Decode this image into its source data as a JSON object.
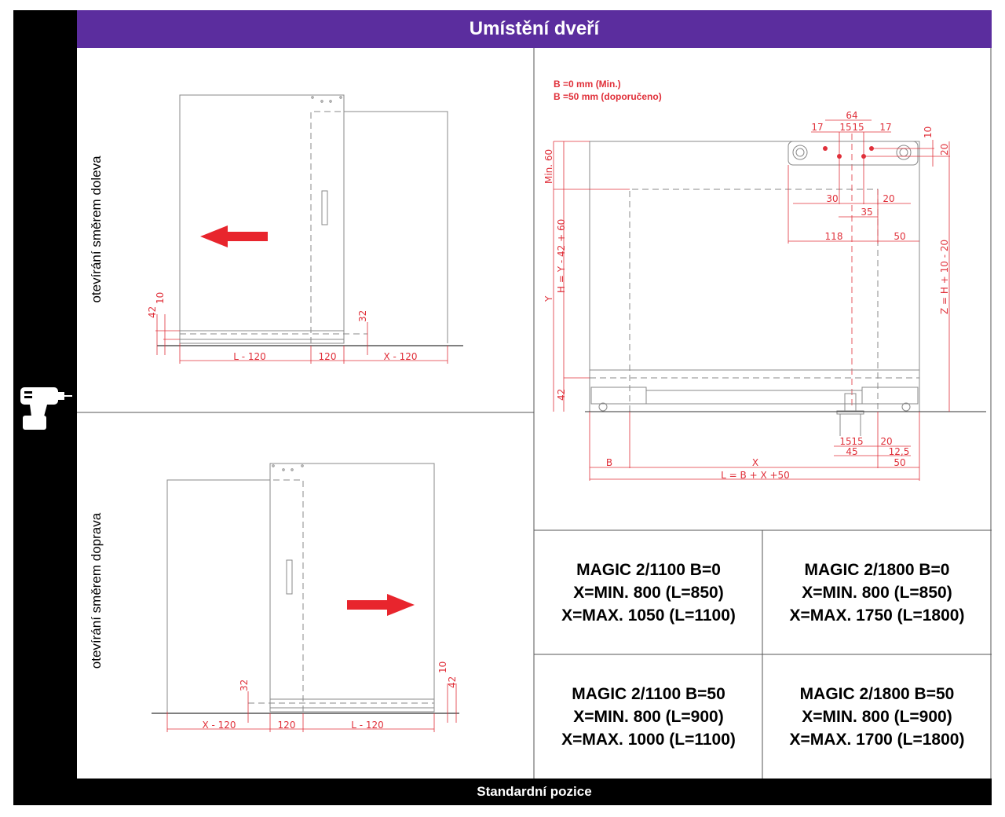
{
  "header": {
    "title": "Umístění dveří"
  },
  "footer": {
    "label": "Standardní pozice"
  },
  "sidebar": {
    "icon": "drill-icon"
  },
  "left_top": {
    "label": "otevírání směrem doleva",
    "dims": {
      "a": "L - 120",
      "b": "120",
      "c": "X - 120",
      "d": "42",
      "e": "10",
      "f": "32"
    }
  },
  "left_bottom": {
    "label": "otevírání směrem doprava",
    "dims": {
      "a": "X - 120",
      "b": "120",
      "c": "L - 120",
      "d": "32",
      "e": "10",
      "f": "42"
    }
  },
  "right": {
    "note1": "B =0 mm  (Min.)",
    "note2": "B =50 mm (doporučeno)",
    "dims": {
      "d64": "64",
      "d17a": "17",
      "d15a": "15",
      "d15b": "15",
      "d17b": "17",
      "d10": "10",
      "d20": "20",
      "d30": "30",
      "d20b": "20",
      "d35": "35",
      "d118": "118",
      "d50": "50",
      "min60": "Min. 60",
      "h": "H = Y - 42 + 60",
      "y": "Y",
      "z": "Z = H + 10 - 20",
      "d42": "42",
      "d15c": "15",
      "d15d": "15",
      "d20c": "20",
      "d45": "45",
      "d125": "12,5",
      "d50b": "50",
      "b": "B",
      "x": "X",
      "l": "L = B + X +50"
    }
  },
  "table": [
    {
      "l1": "MAGIC 2/1100  B=0",
      "l2": "X=MIN. 800 (L=850)",
      "l3": "X=MAX. 1050 (L=1100)"
    },
    {
      "l1": "MAGIC 2/1800  B=0",
      "l2": "X=MIN. 800 (L=850)",
      "l3": "X=MAX. 1750 (L=1800)"
    },
    {
      "l1": "MAGIC 2/1100  B=50",
      "l2": "X=MIN. 800 (L=900)",
      "l3": "X=MAX. 1000 (L=1100)"
    },
    {
      "l1": "MAGIC 2/1800  B=50",
      "l2": "X=MIN. 800 (L=900)",
      "l3": "X=MAX. 1700 (L=1800)"
    }
  ]
}
